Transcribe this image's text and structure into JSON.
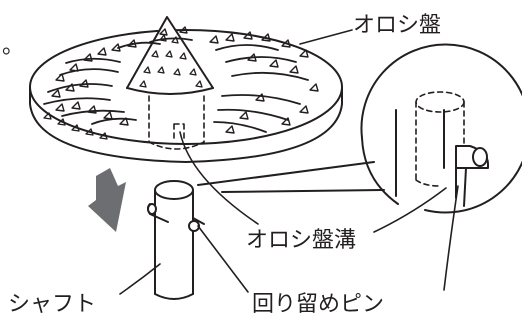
{
  "labels": {
    "grater_disc": "オロシ盤",
    "grater_disc_groove": "オロシ盤溝",
    "shaft": "シャフト",
    "retaining_pin": "回り留めピン",
    "leading_mark": "。"
  },
  "colors": {
    "line": "#231f20",
    "arrow": "#6d6e71",
    "background": "#ffffff"
  }
}
